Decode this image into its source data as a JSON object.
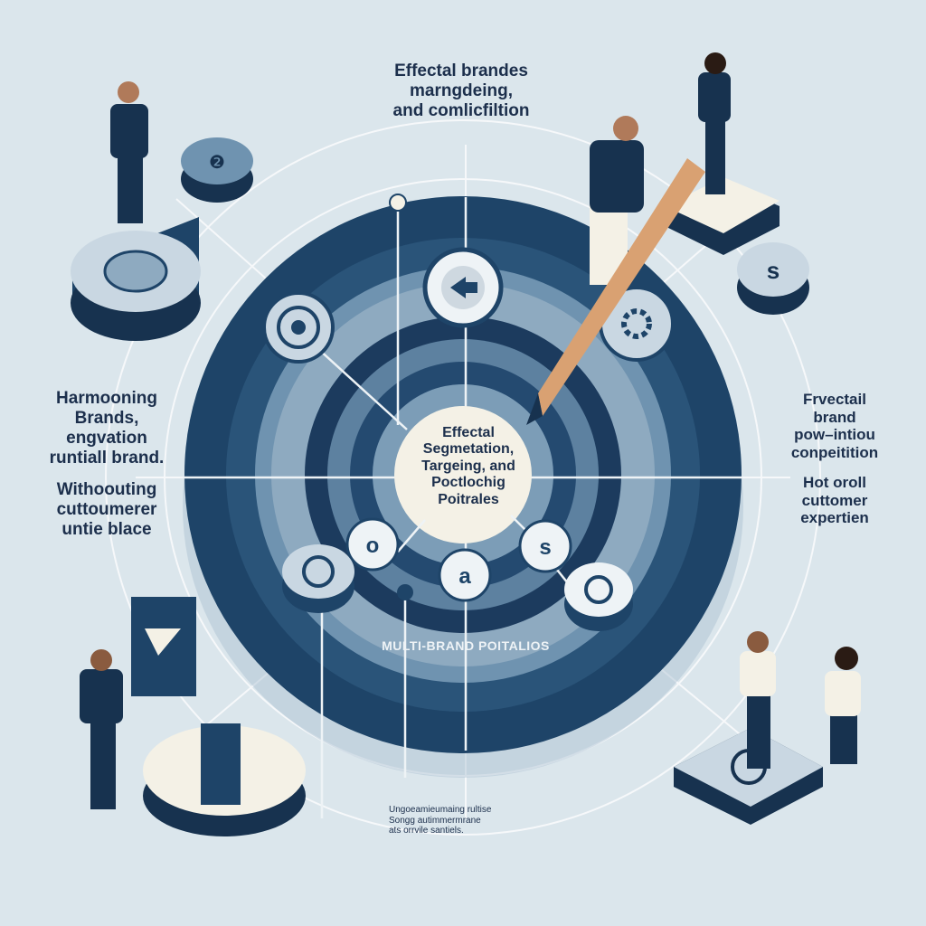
{
  "infographic": {
    "top_caption": [
      "Effectal brandes",
      "marngdeing,",
      "and comlicfiltion"
    ],
    "left_caption": [
      "Harmooning",
      "Brands,",
      "engvation",
      "runtiall brand.",
      "Withoouting",
      "cuttoumerer",
      "untie blace"
    ],
    "right_caption": [
      "Frvectail",
      "brand",
      "pow–intiou",
      "conpeitition",
      "Hot oroll",
      "cuttomer",
      "expertien"
    ],
    "center_caption": [
      "Effectal",
      "Segmetation,",
      "Targeing, and",
      "Poctlochig",
      "Poitrales"
    ],
    "ring_label_bottom": "MULTI-BRAND POITALIOS",
    "bottom_caption": [
      "Ungoeamieumaing rultise",
      "Songg autimmermrane",
      "ats orrvile santiels."
    ],
    "node_letters": [
      "o",
      "a",
      "s"
    ],
    "platform_letter": "s",
    "colors": {
      "background": "#dbe6ec",
      "navy": "#1e4468",
      "deep_navy": "#17324f",
      "mid_blue": "#5d81a0",
      "light_blue": "#9cb6c9",
      "cream": "#f4f1e6",
      "pencil": "#d9a172"
    },
    "icons": [
      "target-icon",
      "arrow-icon",
      "gear-icon",
      "swap-icon",
      "pencil-icon",
      "pin-icon"
    ]
  }
}
